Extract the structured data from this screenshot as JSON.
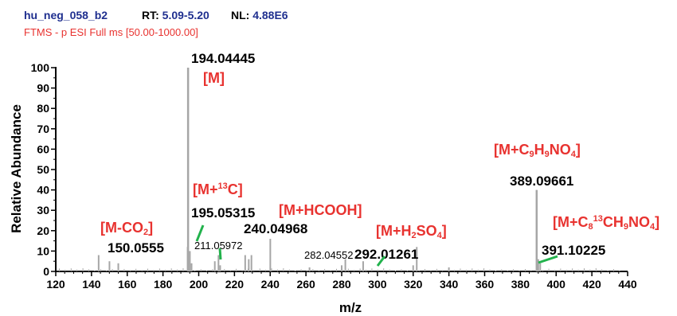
{
  "header": {
    "file_name": "hu_neg_058_b2",
    "rt_label": "RT:",
    "rt_value": "5.09-5.20",
    "nl_label": "NL:",
    "nl_value": "4.88E6",
    "scan_filter": "FTMS - p ESI Full ms [50.00-1000.00]"
  },
  "annotations": {
    "m": "[M]",
    "m13c_open": "[M+",
    "m13c_sup": "13",
    "m13c_close": "C]",
    "mco2_open": "[M-CO",
    "mco2_sub": "2",
    "mco2_close": "]",
    "mhcooh": "[M+HCOOH]",
    "mh2so4_open": "[M+H",
    "mh2so4_sub1": "2",
    "mh2so4_mid": "SO",
    "mh2so4_sub2": "4",
    "mh2so4_close": "]",
    "mc9_open": "[M+C",
    "mc9_sub1": "9",
    "mc9_mid1": "H",
    "mc9_sub2": "9",
    "mc9_mid2": "NO",
    "mc9_sub3": "4",
    "mc9_close": "]",
    "mc8_open": "[M+C",
    "mc8_sub1": "8",
    "mc8_sup": "13",
    "mc8_mid1": "CH",
    "mc8_sub2": "9",
    "mc8_mid2": "NO",
    "mc8_sub3": "4",
    "mc8_close": "]"
  },
  "colors": {
    "peak": "#a6a6a6",
    "axis": "#000000",
    "annotation": "#e8322f",
    "header_value": "#1f2f8f",
    "leader": "#22b24c"
  },
  "chart_data": {
    "type": "bar",
    "subtype": "mass-spectrum",
    "xlabel": "m/z",
    "ylabel": "Relative Abundance",
    "xlim": [
      120,
      440
    ],
    "ylim": [
      0,
      100
    ],
    "xticks": [
      120,
      140,
      160,
      180,
      200,
      220,
      240,
      260,
      280,
      300,
      320,
      340,
      360,
      380,
      400,
      420,
      440
    ],
    "yticks": [
      0,
      10,
      20,
      30,
      40,
      50,
      60,
      70,
      80,
      90,
      100
    ],
    "peaks": [
      {
        "mz": 144.0,
        "intensity": 8
      },
      {
        "mz": 150.0555,
        "intensity": 5,
        "label": "150.0555",
        "label_size": "big"
      },
      {
        "mz": 155.0,
        "intensity": 4
      },
      {
        "mz": 193.8,
        "intensity": 12
      },
      {
        "mz": 194.04445,
        "intensity": 100,
        "label": "194.04445",
        "label_size": "big"
      },
      {
        "mz": 195.05315,
        "intensity": 10,
        "label": "195.05315",
        "label_size": "big"
      },
      {
        "mz": 196.0,
        "intensity": 4
      },
      {
        "mz": 209.0,
        "intensity": 5
      },
      {
        "mz": 211.05972,
        "intensity": 8,
        "label": "211.05972",
        "label_size": "small"
      },
      {
        "mz": 212.0,
        "intensity": 3
      },
      {
        "mz": 226.0,
        "intensity": 8
      },
      {
        "mz": 228.0,
        "intensity": 6
      },
      {
        "mz": 229.5,
        "intensity": 8
      },
      {
        "mz": 240.04968,
        "intensity": 16,
        "label": "240.04968",
        "label_size": "big"
      },
      {
        "mz": 262.0,
        "intensity": 2
      },
      {
        "mz": 280.0,
        "intensity": 3
      },
      {
        "mz": 282.04552,
        "intensity": 6,
        "label": "282.04552",
        "label_size": "small"
      },
      {
        "mz": 292.01261,
        "intensity": 5,
        "label": "292.01261",
        "label_size": "big"
      },
      {
        "mz": 320.0,
        "intensity": 3
      },
      {
        "mz": 322.0,
        "intensity": 12
      },
      {
        "mz": 340.0,
        "intensity": 2
      },
      {
        "mz": 389.09661,
        "intensity": 40,
        "label": "389.09661",
        "label_size": "big"
      },
      {
        "mz": 390.0,
        "intensity": 6
      },
      {
        "mz": 391.10225,
        "intensity": 4,
        "label": "391.10225",
        "label_size": "big"
      }
    ]
  }
}
